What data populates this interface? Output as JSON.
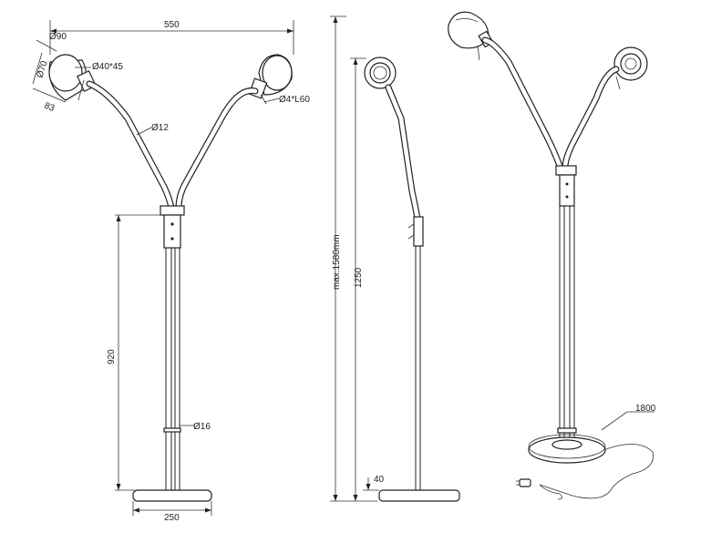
{
  "dimensions": {
    "width_total": "550",
    "head_diameter": "Ø90",
    "head_inner": "Ø70",
    "head_depth": "83",
    "bulb": "Ø40*45",
    "socket": "Ø4*L60",
    "arm_tube": "Ø12",
    "stem_height": "920",
    "pole": "Ø16",
    "base": "250",
    "height_max": "max.1580mm",
    "height_side": "1250",
    "base_height": "40",
    "cable": "1800"
  },
  "colors": {
    "stroke": "#222222",
    "background": "#ffffff"
  }
}
